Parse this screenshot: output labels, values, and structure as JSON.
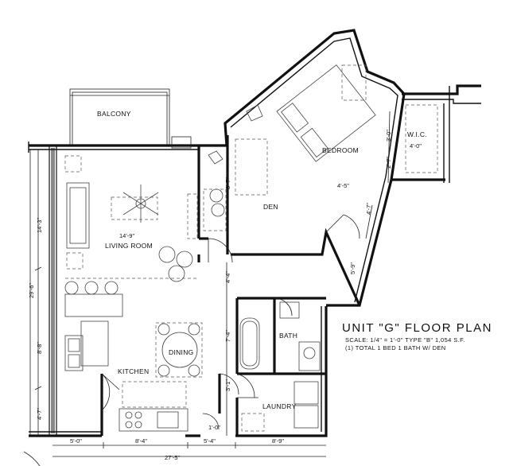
{
  "title": "UNIT \"G\" FLOOR PLAN",
  "subtitle_scale": "SCALE: 1/4\" = 1'-0\"   TYPE \"B\"   1,054 S.F.",
  "subtitle_total": "(1) TOTAL        1 BED 1 BATH W/ DEN",
  "rooms": {
    "balcony": "BALCONY",
    "living_room": "LIVING ROOM",
    "bedroom": "BEDROOM",
    "den": "DEN",
    "wic": "W.I.C.",
    "bath": "BATH",
    "dining": "DINING",
    "kitchen": "KITCHEN",
    "laundry": "LAUNDRY"
  },
  "dimensions": {
    "living_width": "14'-9\"",
    "left_upper": "14'-3\"",
    "left_total": "29'-6\"",
    "left_mid": "8'-8\"",
    "left_lower": "4'-7\"",
    "den_height": "8'-7\"",
    "bedroom_width": "4'-5\"",
    "wic_width": "4'-0\"",
    "wic_height": "3'-0\"",
    "wic_side": "2'-7\"",
    "bedroom_side": "4'-7\"",
    "right_side": "5'-9\"",
    "hall_upper": "4'-4\"",
    "hall_mid": "7'-4\"",
    "hall_lower": "3'-1\"",
    "door_width": "1'-0\"",
    "bottom_1": "5'-0\"",
    "bottom_2": "8'-4\"",
    "bottom_3": "5'-4\"",
    "bottom_4": "8'-9\"",
    "bottom_total": "27'-5\""
  }
}
